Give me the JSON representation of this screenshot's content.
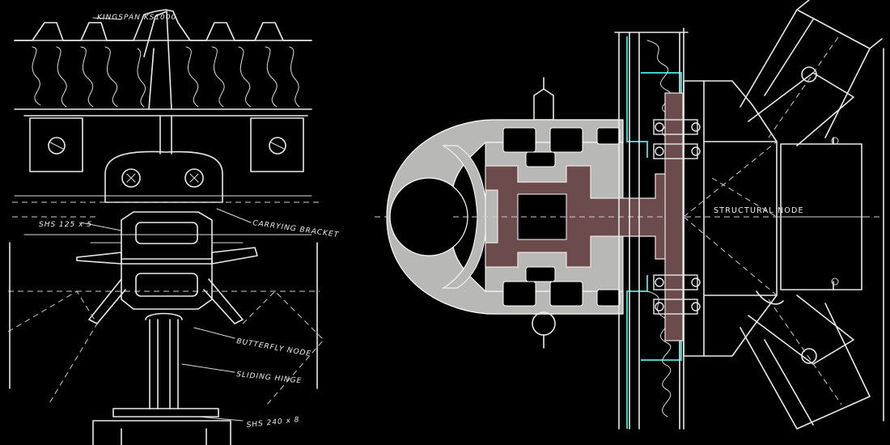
{
  "left_sketch": {
    "labels": {
      "panel": "KINGSPAN KS1000",
      "sls_top": "SHS 125 x 5",
      "bracket": "CARRYING BRACKET",
      "butterfly": "BUTTERFLY NODE",
      "hinge": "SLIDING HINGE",
      "sls_bottom": "SHS 240 x 8"
    }
  },
  "right_sketch": {
    "labels": {
      "node": "STRUCTURAL NODE"
    }
  },
  "colors": {
    "background": "#000000",
    "line": "#e9e9e9",
    "aluminium": "#b8b8b6",
    "steel_core": "#6b4b4b",
    "seal": "#40d0c8"
  }
}
